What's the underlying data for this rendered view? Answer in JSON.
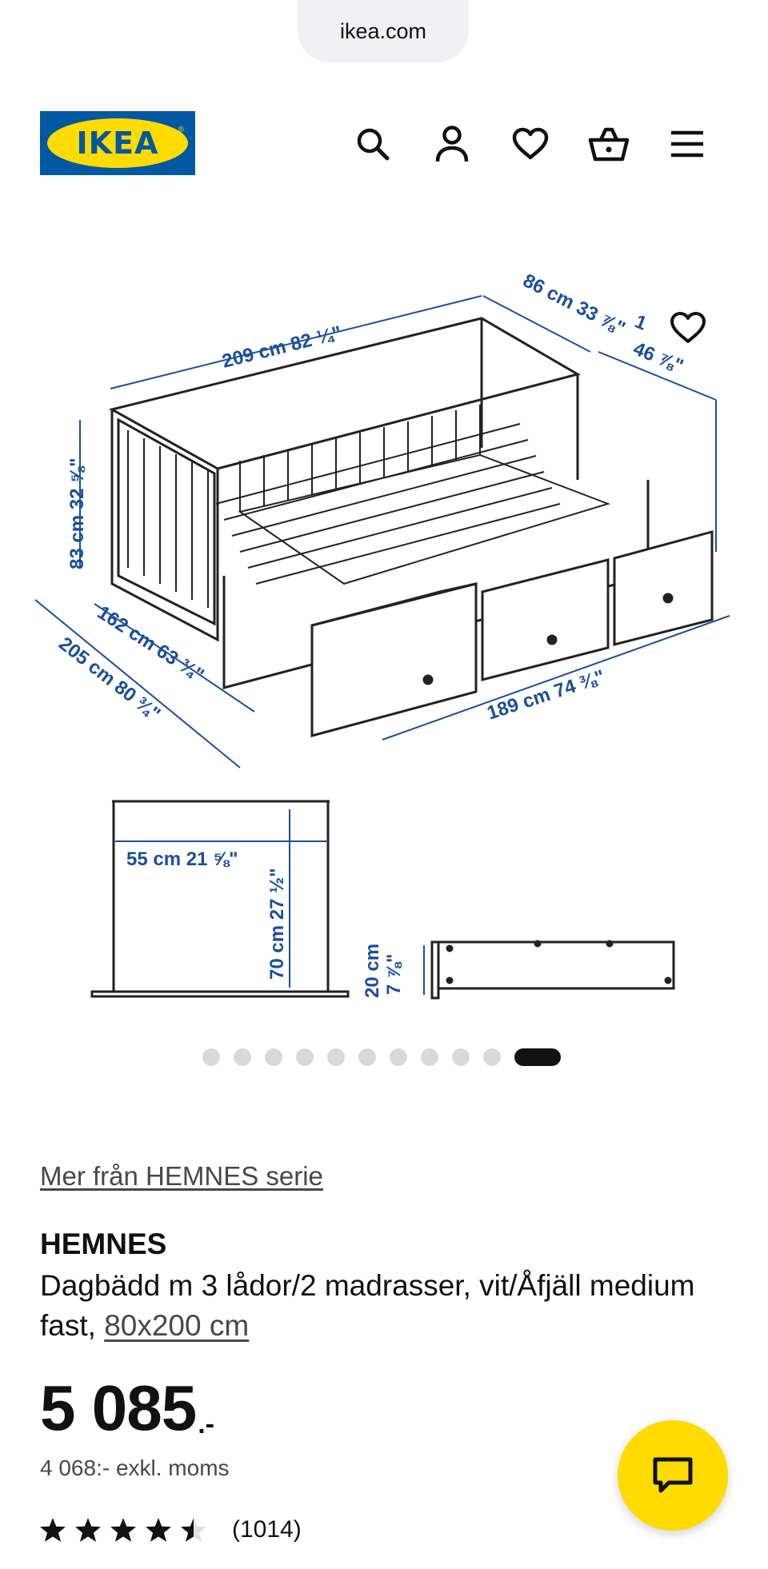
{
  "browser": {
    "url": "ikea.com"
  },
  "header": {
    "logo_text": "IKEA",
    "icons": [
      "search-icon",
      "user-icon",
      "heart-icon",
      "basket-icon",
      "menu-icon"
    ]
  },
  "gallery": {
    "dimensions": {
      "length": "209 cm 82 ¼\"",
      "depth": "86 cm 33 ⅞\"",
      "right_cm": "1",
      "right_in": "46 ⅞\"",
      "height": "83 cm 32 ⅝\"",
      "open_width": "162 cm 63 ¾\"",
      "total_length": "205 cm 80 ¾\"",
      "front_length": "189 cm 74 ⅜\"",
      "drawer_width": "55 cm 21 ⅝\"",
      "drawer_height": "70 cm 27 ½\"",
      "drawer_depth_cm": "20 cm",
      "drawer_depth_in": "7 ⅞\""
    },
    "total_images": 11,
    "active_index": 10
  },
  "product": {
    "series_link": "Mer från HEMNES serie",
    "brand": "HEMNES",
    "description": "Dagbädd m 3 lådor/2 madrasser, vit/Åfjäll medium fast,",
    "size": "80x200 cm",
    "price": "5 085",
    "price_suffix": ".-",
    "price_excl": "4 068:- exkl. moms",
    "rating": 4.5,
    "review_count": "(1014)"
  },
  "colors": {
    "ikea_blue": "#0058a3",
    "ikea_yellow": "#ffdb00",
    "dimension_blue": "#1a4fa0"
  }
}
